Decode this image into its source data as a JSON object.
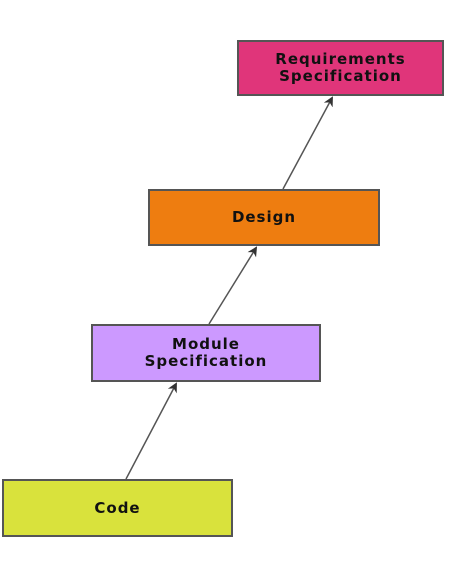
{
  "nodes": {
    "requirements": {
      "lines": [
        "Requirements",
        "Specification"
      ],
      "color": "#e0357a"
    },
    "design": {
      "lines": [
        "Design"
      ],
      "color": "#ee7d10"
    },
    "module": {
      "lines": [
        "Module",
        "Specification"
      ],
      "color": "#cc99ff"
    },
    "code": {
      "lines": [
        "Code"
      ],
      "color": "#d9e23c"
    }
  },
  "edges": [
    {
      "from": "code",
      "to": "module"
    },
    {
      "from": "module",
      "to": "design"
    },
    {
      "from": "design",
      "to": "requirements"
    }
  ],
  "arrow_color": "#555555"
}
